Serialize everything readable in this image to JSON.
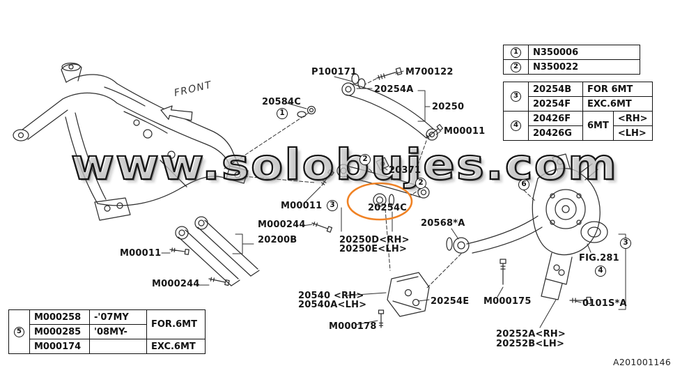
{
  "meta": {
    "watermark": "www.solobujes.com",
    "drawing_number": "A201001146",
    "front_label": "FRONT"
  },
  "colors": {
    "highlight": "#F08224",
    "line": "#2e2e2e"
  },
  "labels": {
    "p100171": "P100171",
    "m700122": "M700122",
    "n20254a": "20254A",
    "n20584c": "20584C",
    "n20250": "20250",
    "m00011_top": "M00011",
    "n20371": "20371",
    "m00011_mid": "M00011",
    "m000244_mid": "M000244",
    "n20200b": "20200B",
    "n20254c": "20254C",
    "n20250d": "20250D<RH>",
    "n20250e": "20250E<LH>",
    "n20568a": "20568*A",
    "m00011_left": "M00011",
    "m000244_bot": "M000244",
    "n20540": "20540 <RH>",
    "n20540a": "20540A<LH>",
    "m000178": "M000178",
    "n20254e": "20254E",
    "m000175": "M000175",
    "fig281": "FIG.281",
    "n0101sa": "0101S*A",
    "n20252a": "20252A<RH>",
    "n20252b": "20252B<LH>"
  },
  "callouts": {
    "c1": "1",
    "c2a": "2",
    "c2b": "2",
    "c3a": "3",
    "c3b": "3",
    "c4": "4",
    "c6": "6"
  },
  "table_fasteners": {
    "c1": "1",
    "p1": "N350006",
    "c2": "2",
    "p2": "N350022",
    "c3": "3",
    "p3a": "20254B",
    "n3a": "FOR 6MT",
    "p3b": "20254F",
    "n3b": "EXC.6MT",
    "c4": "4",
    "p4a": "20426F",
    "t4": "6MT",
    "s4a": "<RH>",
    "p4b": "20426G",
    "s4b": "<LH>"
  },
  "table_bolts": {
    "c5": "5",
    "p1": "M000258",
    "my1": "-'07MY",
    "n12": "FOR.6MT",
    "p2": "M000285",
    "my2": "'08MY-",
    "p3": "M000174",
    "my3": "",
    "n3": "EXC.6MT"
  }
}
